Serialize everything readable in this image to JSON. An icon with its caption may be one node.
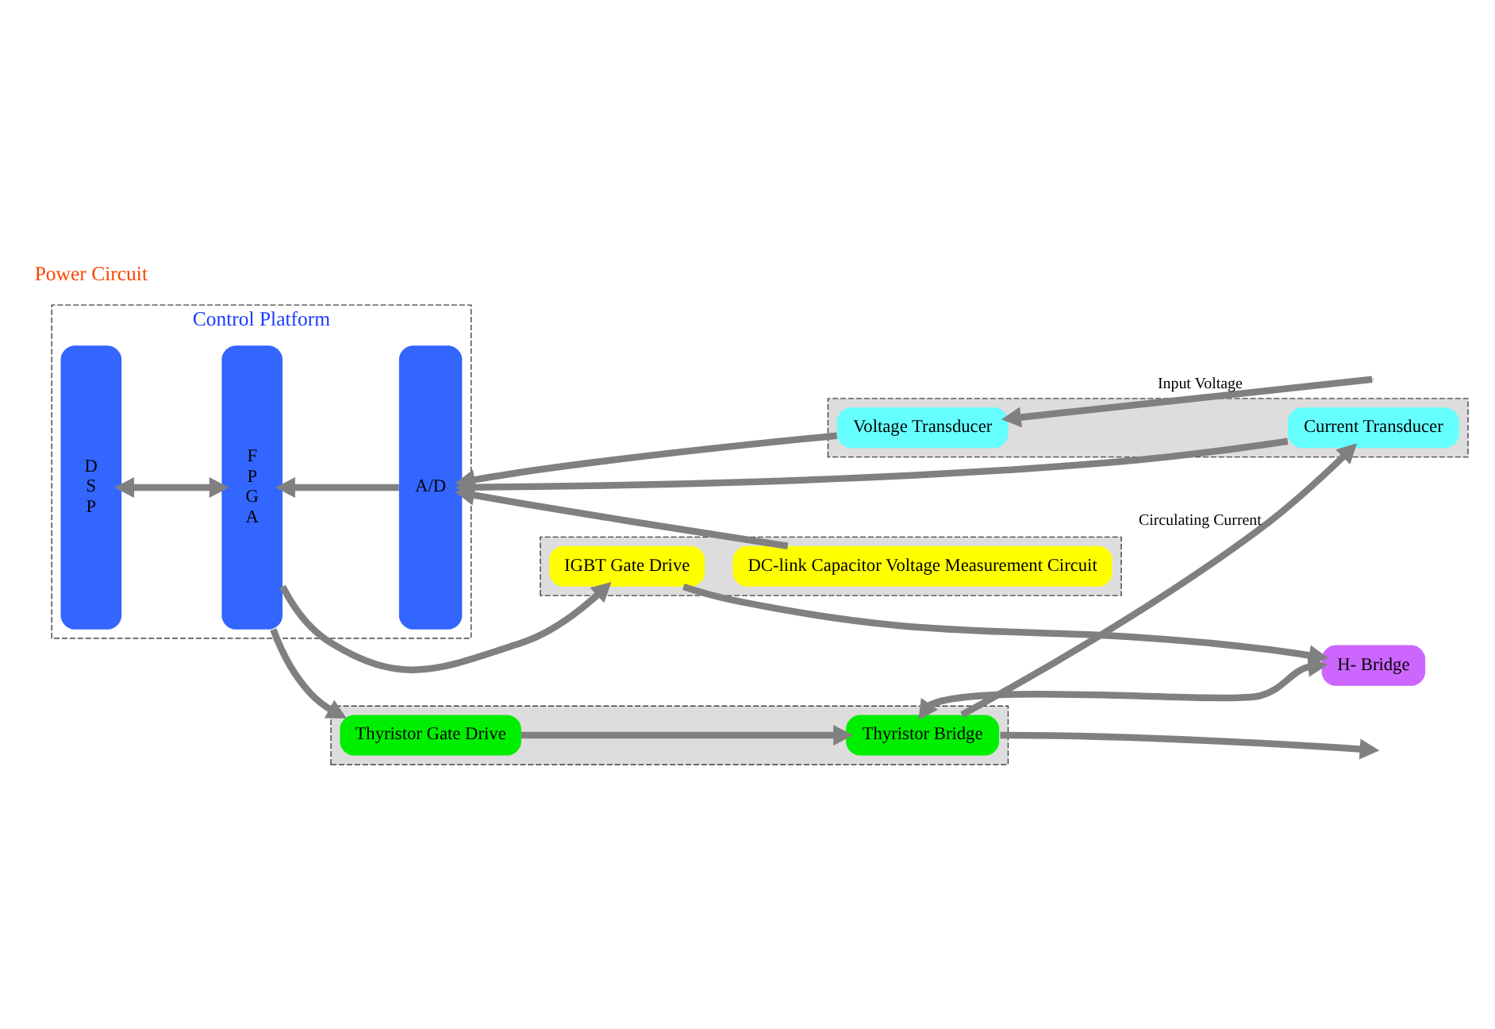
{
  "diagram": {
    "nodes": [
      {
        "text": [
          "Control Platform"
        ]
      },
      {
        "text": [
          "D S P"
        ],
        "in": 0
      },
      {
        "text": [
          "F P G A"
        ],
        "in": 0
      },
      {
        "text": [
          "A/D"
        ],
        "in": 0
      },
      {
        "text": [],
        "shape": "box"
      },
      {
        "text": [
          "Thyristor Gate Drive"
        ],
        "in": 4
      },
      {
        "text": [
          "Thyristor Bridge"
        ],
        "in": 4
      },
      {
        "text": [],
        "shape": "box"
      },
      {
        "text": [
          "IGBT Gate Drive"
        ],
        "in": 7
      },
      {
        "text": [
          "DC-link Capacitor Voltage Measurement Circuit"
        ],
        "in": 7
      },
      {
        "text": [],
        "shape": "box"
      },
      {
        "text": [
          "Current Transducer"
        ],
        "in": 10
      },
      {
        "text": [
          "Voltage Transducer"
        ],
        "in": 10
      },
      {
        "text": [
          "H- Bridge"
        ]
      }
    ],
    "edges": [
      {
        "from": 1,
        "to": 2,
        "arrow": "both"
      },
      {
        "from": 2,
        "to": 5,
        "arrow": "to"
      },
      {
        "from": 5,
        "to": 6,
        "arrow": "to"
      },
      {
        "from": 6,
        "to": null,
        "arrow": "to"
      },
      {
        "from": 2,
        "to": 8,
        "arrow": "to"
      },
      {
        "from": 8,
        "to": 13,
        "arrow": "to"
      },
      {
        "from": 6,
        "to": 13,
        "arrow": "both"
      },
      {
        "from": 6,
        "to": 11,
        "arrow": "to",
        "label": "Circulating Current"
      },
      {
        "from": null,
        "to": 12,
        "arrow": "to",
        "label": "Input Voltage"
      },
      {
        "from": 9,
        "to": 3,
        "arrow": "to"
      },
      {
        "from": 3,
        "to": 2,
        "arrow": "to"
      },
      {
        "from": 11,
        "to": 3,
        "arrow": "to"
      },
      {
        "from": 12,
        "to": 3,
        "arrow": "to"
      }
    ],
    "labels": [
      "Power Circuit"
    ]
  }
}
